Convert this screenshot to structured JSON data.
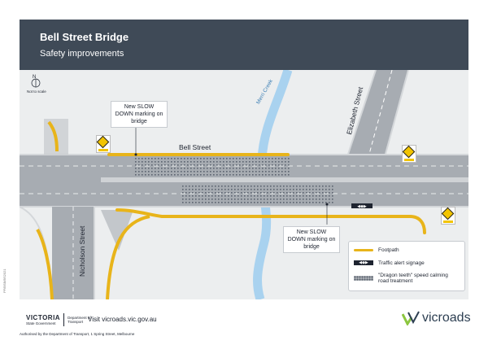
{
  "header": {
    "title": "Bell Street Bridge",
    "subtitle": "Safety improvements"
  },
  "map": {
    "north_label": "N",
    "scale_note": "Not to scale",
    "street_labels": {
      "bell": "Bell Street",
      "elizabeth": "Elizabeth Street",
      "nicholson": "Nicholson Street",
      "creek": "Merri Creek"
    },
    "callouts": {
      "top": "New SLOW DOWN marking on bridge",
      "bottom": "New SLOW DOWN marking on bridge"
    },
    "colors": {
      "road": "#a7acb2",
      "road_edge": "#d4d7da",
      "footpath": "#e8b41a",
      "creek": "#a9d2ef",
      "speed_treatment": "#5c6470",
      "background": "#eceeef"
    },
    "icons": {
      "sign": "pedestrian-warning-sign-icon",
      "traffic_alert": "traffic-alert-chevrons-icon"
    }
  },
  "legend": {
    "footpath": "Footpath",
    "traffic_alert": "Traffic alert signage",
    "dragon_teeth": "\"Dragon teeth\" speed calming road treatment"
  },
  "footer": {
    "website": "Visit vicroads.vic.gov.au",
    "authorised": "Authorised by the Department of Transport, 1 Spring Street, Melbourne",
    "victoria_mark": "VICTORIA",
    "victoria_sub": "State Government",
    "department": "Department of Transport",
    "brand": "vicroads",
    "code": "PF/BSB/BS2021"
  }
}
